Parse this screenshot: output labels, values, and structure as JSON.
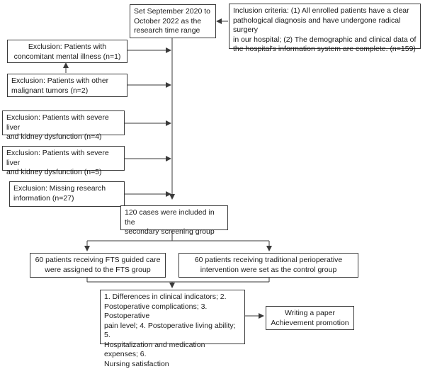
{
  "diagram": {
    "nodes": {
      "time_range": "Set September 2020 to\nOctober 2022 as the\nresearch time range",
      "inclusion": "Inclusion criteria: (1) All enrolled patients have a clear\npathological diagnosis and have undergone radical surgery\nin our hospital; (2) The demographic and clinical data of\nthe hospital's information system are complete. (n=159)",
      "excl_mental": "Exclusion: Patients with\nconcomitant mental illness (n=1)",
      "excl_malignant": "Exclusion: Patients with other\nmalignant tumors (n=2)",
      "excl_liver_1": "Exclusion: Patients with severe liver\nand kidney dysfunction (n=4)",
      "excl_liver_2": "Exclusion: Patients with severe liver\nand kidney dysfunction (n=5)",
      "excl_missing": "Exclusion: Missing research\ninformation (n=27)",
      "secondary": "120 cases were included in the\nsecondary screening group",
      "fts_group": "60 patients receiving FTS guided care\nwere assigned to the FTS group",
      "control_group": "60 patients receiving traditional perioperative\nintervention were set as the control group",
      "outcomes": "1. Differences in clinical indicators; 2.\nPostoperative complications; 3. Postoperative\npain level; 4. Postoperative living ability; 5.\nHospitalization and medication expenses; 6.\nNursing satisfaction",
      "writing": "Writing a paper\nAchievement promotion"
    }
  }
}
